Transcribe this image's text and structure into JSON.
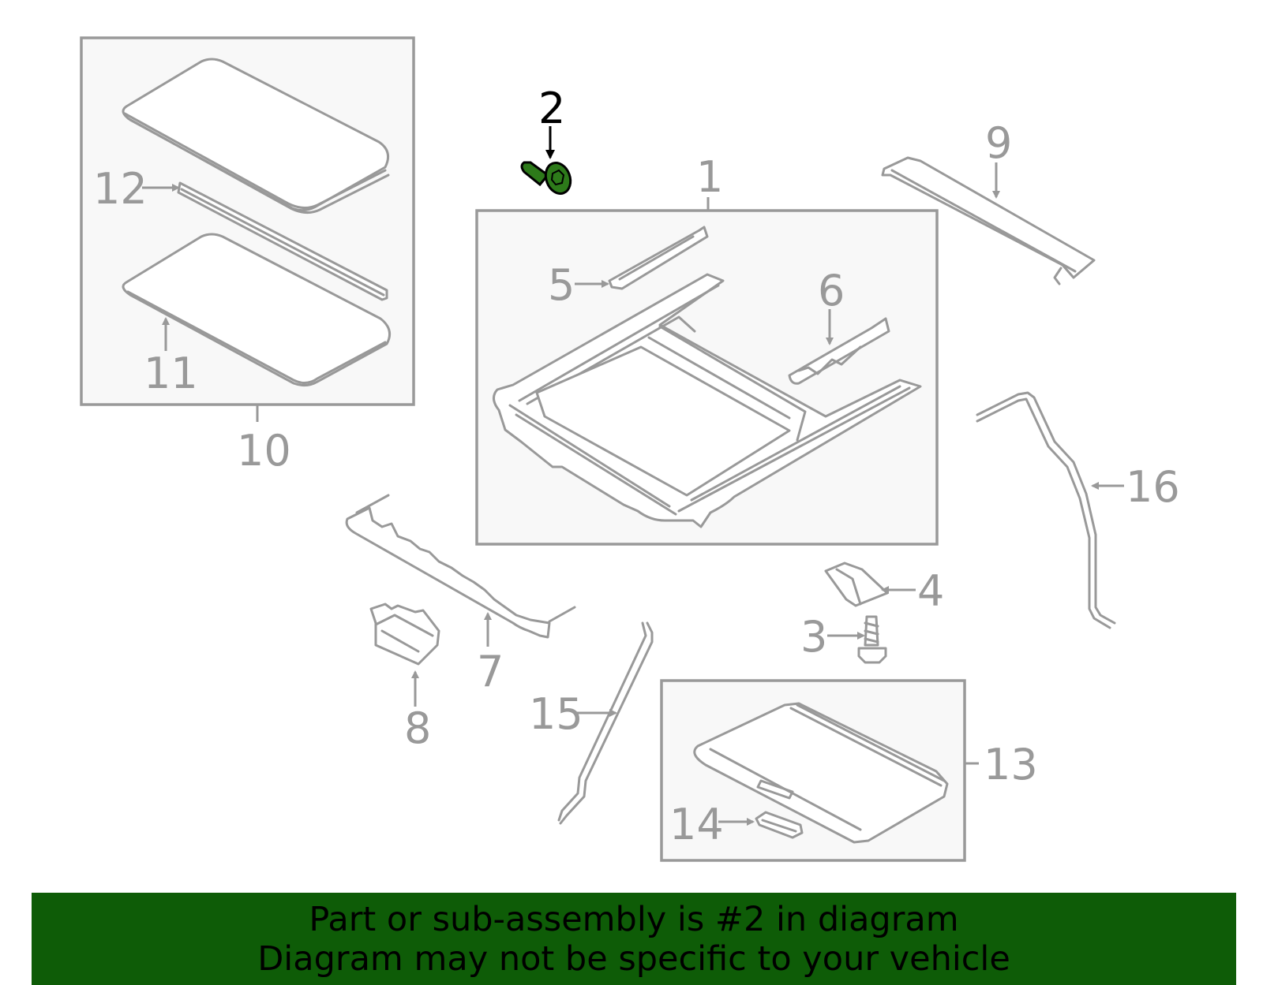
{
  "diagram": {
    "highlight_color": "#2d7a1a",
    "line_color": "#999999",
    "callouts": {
      "c1": "1",
      "c2": "2",
      "c3": "3",
      "c4": "4",
      "c5": "5",
      "c6": "6",
      "c7": "7",
      "c8": "8",
      "c9": "9",
      "c10": "10",
      "c11": "11",
      "c12": "12",
      "c13": "13",
      "c14": "14",
      "c15": "15",
      "c16": "16"
    }
  },
  "banner": {
    "line1": "Part or sub-assembly is #2 in diagram",
    "line2": "Diagram may not be specific to your vehicle",
    "background": "#0e5c07"
  }
}
